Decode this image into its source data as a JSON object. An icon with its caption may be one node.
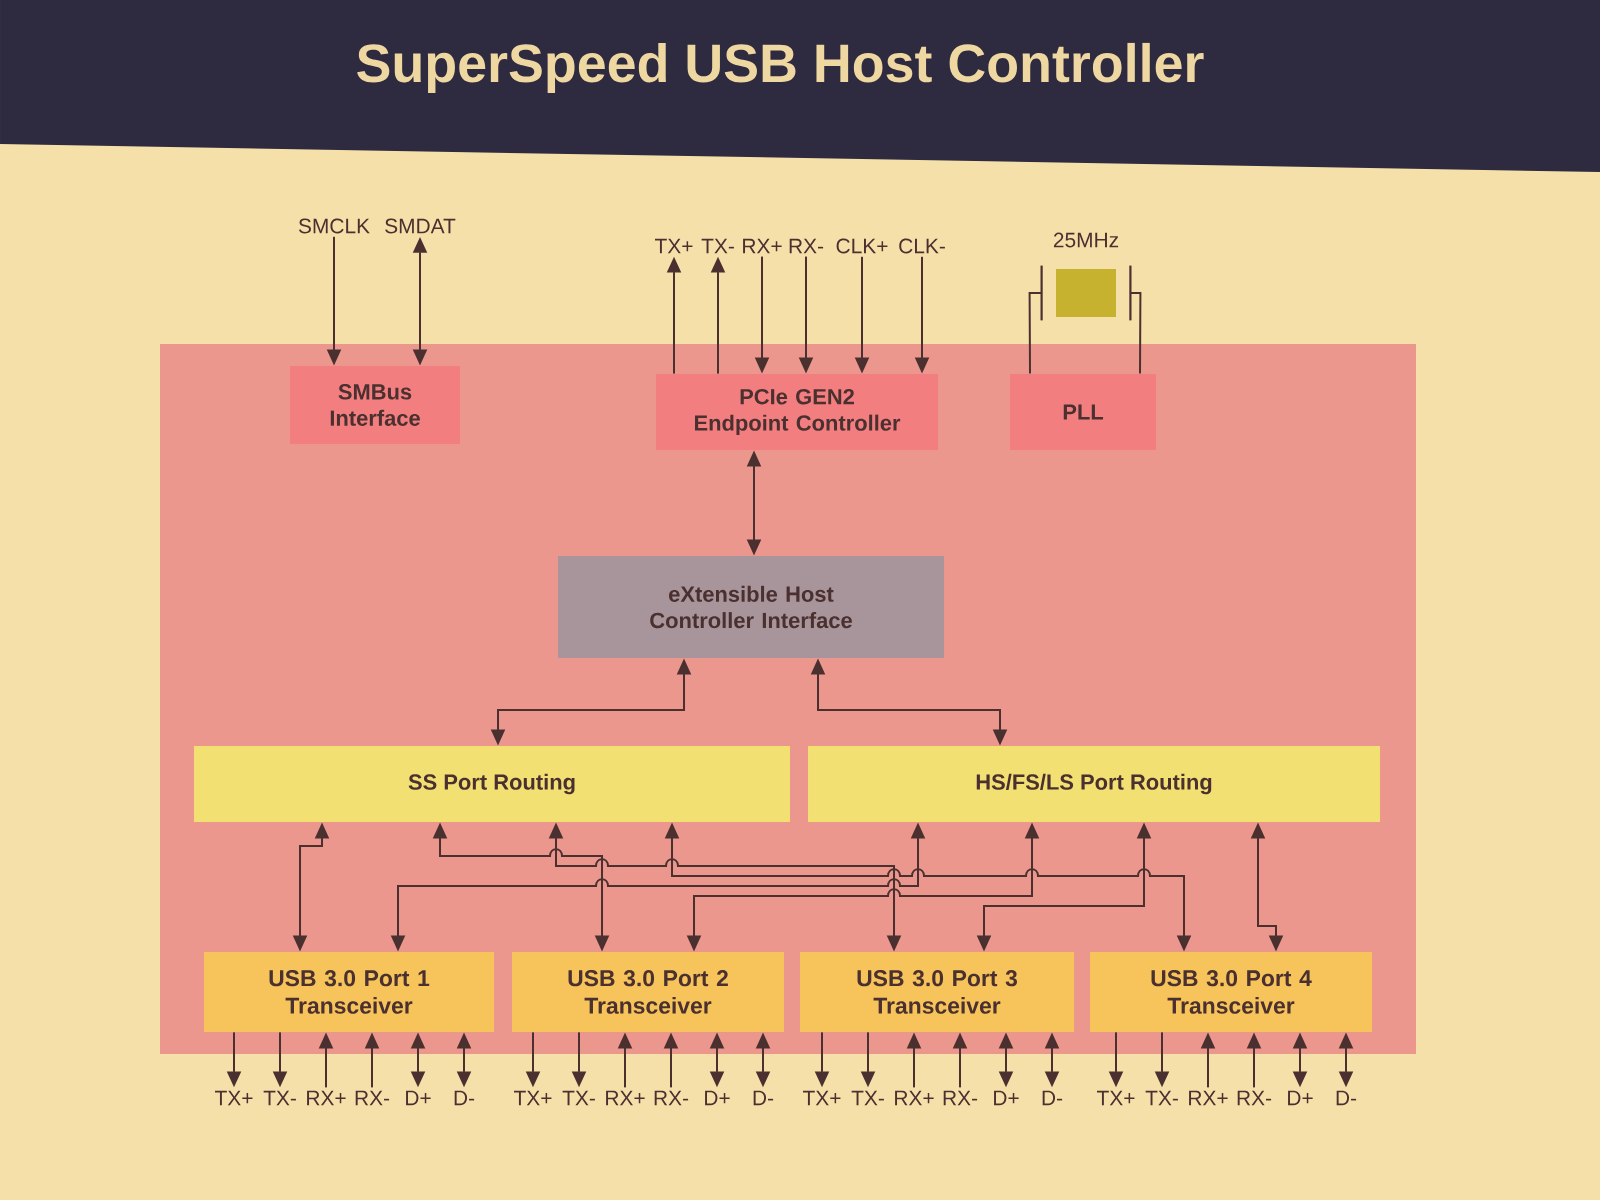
{
  "diagram": {
    "title": "SuperSpeed USB Host Controller",
    "nodes": [
      {
        "text": [
          "SMCLK"
        ]
      },
      {
        "text": [
          "SMDAT"
        ]
      },
      {
        "text": [
          "TX+"
        ]
      },
      {
        "text": [
          "TX-"
        ]
      },
      {
        "text": [
          "RX+"
        ]
      },
      {
        "text": [
          "RX-"
        ]
      },
      {
        "text": [
          "CLK+"
        ]
      },
      {
        "text": [
          "CLK-"
        ]
      },
      {
        "text": [],
        "shape": "box",
        "beside": [
          "25MHz"
        ]
      },
      {
        "text": [],
        "shape": "box"
      },
      {
        "text": [
          "SMBus Interface"
        ],
        "in": 9
      },
      {
        "text": [
          "PCIe GEN2 Endpoint Controller"
        ],
        "in": 9
      },
      {
        "text": [
          "PLL"
        ],
        "in": 9
      },
      {
        "text": [
          "eXtensible Host Controller Interface"
        ],
        "in": 9
      },
      {
        "text": [
          "SS Port Routing"
        ],
        "in": 9
      },
      {
        "text": [
          "HS/FS/LS Port Routing"
        ],
        "in": 9
      },
      {
        "text": [
          "USB 3.0 Port 1 Transceiver"
        ],
        "in": 9
      },
      {
        "text": [
          "USB 3.0 Port 2 Transceiver"
        ],
        "in": 9
      },
      {
        "text": [
          "USB 3.0 Port 3 Transceiver"
        ],
        "in": 9
      },
      {
        "text": [
          "USB 3.0 Port 4 Transceiver"
        ],
        "in": 9
      },
      {
        "text": [
          "TX+"
        ]
      },
      {
        "text": [
          "TX-"
        ]
      },
      {
        "text": [
          "RX+"
        ]
      },
      {
        "text": [
          "RX-"
        ]
      },
      {
        "text": [
          "D+"
        ]
      },
      {
        "text": [
          "D-"
        ]
      },
      {
        "text": [
          "TX+"
        ]
      },
      {
        "text": [
          "TX-"
        ]
      },
      {
        "text": [
          "RX+"
        ]
      },
      {
        "text": [
          "RX-"
        ]
      },
      {
        "text": [
          "D+"
        ]
      },
      {
        "text": [
          "D-"
        ]
      },
      {
        "text": [
          "TX+"
        ]
      },
      {
        "text": [
          "TX-"
        ]
      },
      {
        "text": [
          "RX+"
        ]
      },
      {
        "text": [
          "RX-"
        ]
      },
      {
        "text": [
          "D+"
        ]
      },
      {
        "text": [
          "D-"
        ]
      },
      {
        "text": [
          "TX+"
        ]
      },
      {
        "text": [
          "TX-"
        ]
      },
      {
        "text": [
          "RX+"
        ]
      },
      {
        "text": [
          "RX-"
        ]
      },
      {
        "text": [
          "D+"
        ]
      },
      {
        "text": [
          "D-"
        ]
      }
    ],
    "edges": [
      {
        "from": 0,
        "to": 10,
        "arrow": "to"
      },
      {
        "from": 1,
        "to": 10,
        "arrow": "both"
      },
      {
        "from": 11,
        "to": 2,
        "arrow": "to"
      },
      {
        "from": 11,
        "to": 3,
        "arrow": "to"
      },
      {
        "from": 4,
        "to": 11,
        "arrow": "to"
      },
      {
        "from": 5,
        "to": 11,
        "arrow": "to"
      },
      {
        "from": 6,
        "to": 11,
        "arrow": "to"
      },
      {
        "from": 7,
        "to": 11,
        "arrow": "to"
      },
      {
        "from": 8,
        "to": 12,
        "arrow": "none"
      },
      {
        "from": 8,
        "to": 12,
        "arrow": "none"
      },
      {
        "from": 11,
        "to": 13,
        "arrow": "both"
      },
      {
        "from": 13,
        "to": 14,
        "arrow": "both"
      },
      {
        "from": 13,
        "to": 15,
        "arrow": "both"
      },
      {
        "from": 14,
        "to": 16,
        "arrow": "both"
      },
      {
        "from": 14,
        "to": 17,
        "arrow": "both"
      },
      {
        "from": 14,
        "to": 18,
        "arrow": "both"
      },
      {
        "from": 14,
        "to": 19,
        "arrow": "both"
      },
      {
        "from": 15,
        "to": 16,
        "arrow": "both"
      },
      {
        "from": 15,
        "to": 17,
        "arrow": "both"
      },
      {
        "from": 15,
        "to": 18,
        "arrow": "both"
      },
      {
        "from": 15,
        "to": 19,
        "arrow": "both"
      },
      {
        "from": 16,
        "to": 20,
        "arrow": "to"
      },
      {
        "from": 16,
        "to": 21,
        "arrow": "to"
      },
      {
        "from": 22,
        "to": 16,
        "arrow": "to"
      },
      {
        "from": 23,
        "to": 16,
        "arrow": "to"
      },
      {
        "from": 16,
        "to": 24,
        "arrow": "both"
      },
      {
        "from": 16,
        "to": 25,
        "arrow": "both"
      },
      {
        "from": 17,
        "to": 26,
        "arrow": "to"
      },
      {
        "from": 17,
        "to": 27,
        "arrow": "to"
      },
      {
        "from": 28,
        "to": 17,
        "arrow": "to"
      },
      {
        "from": 29,
        "to": 17,
        "arrow": "to"
      },
      {
        "from": 17,
        "to": 30,
        "arrow": "both"
      },
      {
        "from": 17,
        "to": 31,
        "arrow": "both"
      },
      {
        "from": 18,
        "to": 32,
        "arrow": "to"
      },
      {
        "from": 18,
        "to": 33,
        "arrow": "to"
      },
      {
        "from": 34,
        "to": 18,
        "arrow": "to"
      },
      {
        "from": 35,
        "to": 18,
        "arrow": "to"
      },
      {
        "from": 18,
        "to": 36,
        "arrow": "both"
      },
      {
        "from": 18,
        "to": 37,
        "arrow": "both"
      },
      {
        "from": 19,
        "to": 38,
        "arrow": "to"
      },
      {
        "from": 19,
        "to": 39,
        "arrow": "to"
      },
      {
        "from": 40,
        "to": 19,
        "arrow": "to"
      },
      {
        "from": 41,
        "to": 19,
        "arrow": "to"
      },
      {
        "from": 19,
        "to": 42,
        "arrow": "both"
      },
      {
        "from": 19,
        "to": 43,
        "arrow": "both"
      }
    ]
  }
}
